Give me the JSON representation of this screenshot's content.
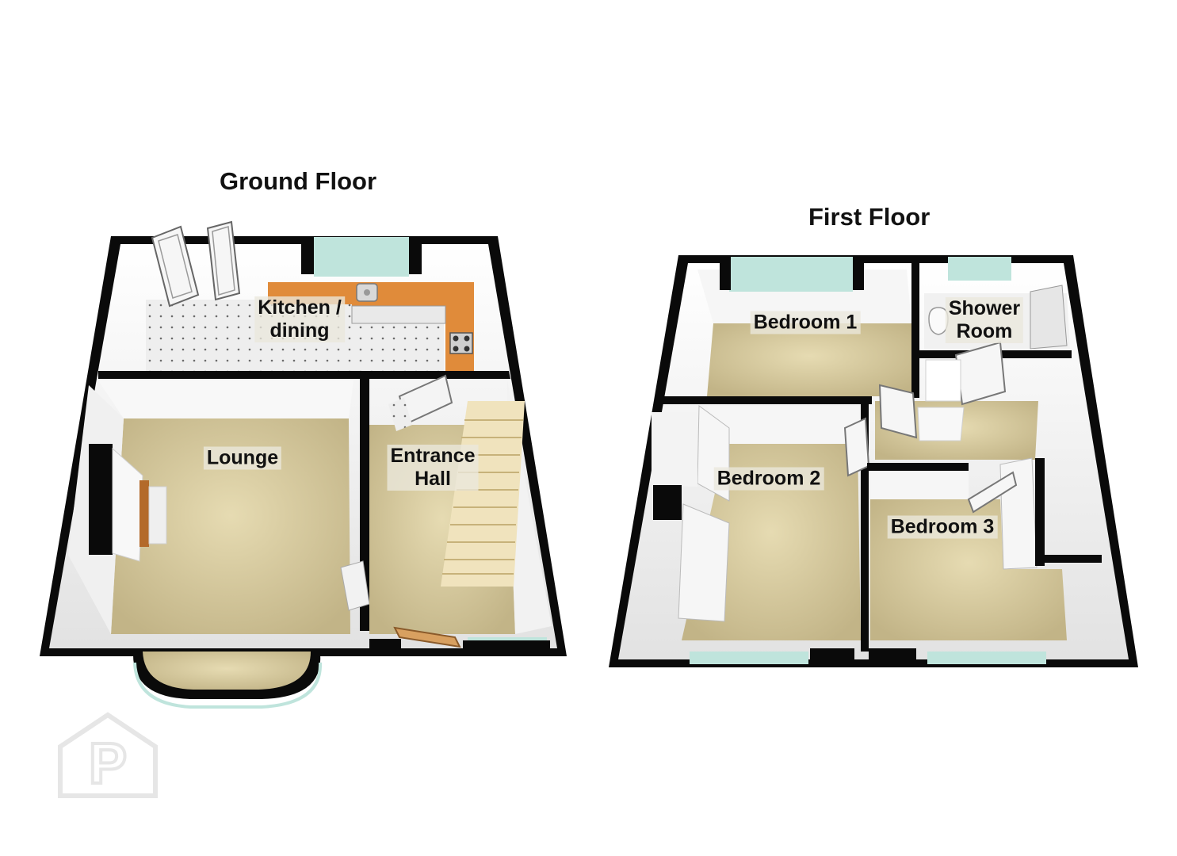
{
  "floors": {
    "ground": {
      "title": "Ground Floor",
      "rooms": {
        "kitchen": {
          "line1": "Kitchen /",
          "line2": "dining"
        },
        "lounge": {
          "line1": "Lounge"
        },
        "hall": {
          "line1": "Entrance",
          "line2": "Hall"
        }
      }
    },
    "first": {
      "title": "First Floor",
      "rooms": {
        "bedroom1": {
          "line1": "Bedroom 1"
        },
        "shower": {
          "line1": "Shower",
          "line2": "Room"
        },
        "bedroom2": {
          "line1": "Bedroom 2"
        },
        "bedroom3": {
          "line1": "Bedroom 3"
        }
      }
    }
  },
  "colors": {
    "wall": "#0a0a0a",
    "wall_face": "#f4f4f4",
    "carpet": "#cfc39a",
    "tile": "#ececec",
    "worktop": "#e08b3a",
    "window": "#bfe4dc"
  },
  "watermark": "P"
}
